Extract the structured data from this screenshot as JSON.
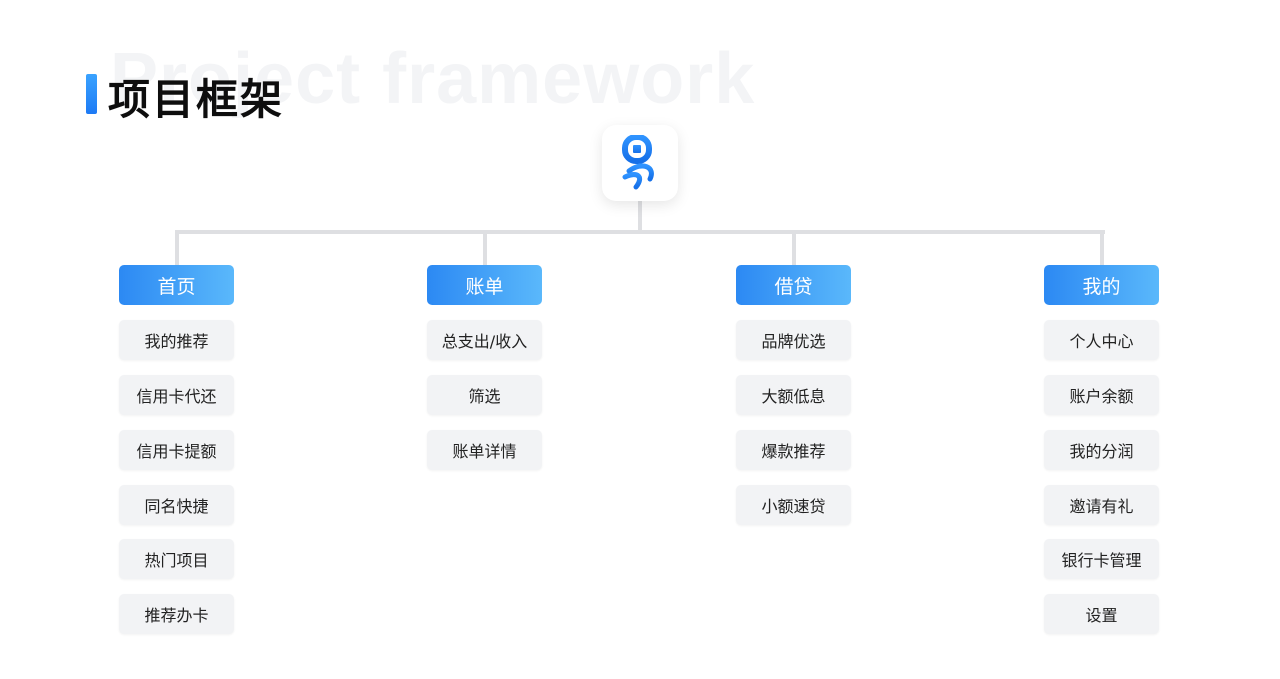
{
  "header": {
    "title": "项目框架",
    "watermark": "Project framework"
  },
  "root": {
    "icon": "app-logo-icon",
    "accent_color": "#1d7af5"
  },
  "columns": [
    {
      "label": "首页",
      "items": [
        "我的推荐",
        "信用卡代还",
        "信用卡提额",
        "同名快捷",
        "热门项目",
        "推荐办卡"
      ]
    },
    {
      "label": "账单",
      "items": [
        "总支出/收入",
        "筛选",
        "账单详情"
      ]
    },
    {
      "label": "借贷",
      "items": [
        "品牌优选",
        "大额低息",
        "爆款推荐",
        "小额速贷"
      ]
    },
    {
      "label": "我的",
      "items": [
        "个人中心",
        "账户余额",
        "我的分润",
        "邀请有礼",
        "银行卡管理",
        "设置"
      ]
    }
  ],
  "colors": {
    "heading_gradient_start": "#2c89f3",
    "heading_gradient_end": "#5ab8fb",
    "leaf_background": "#f2f3f5",
    "connector": "#dedfe2"
  }
}
